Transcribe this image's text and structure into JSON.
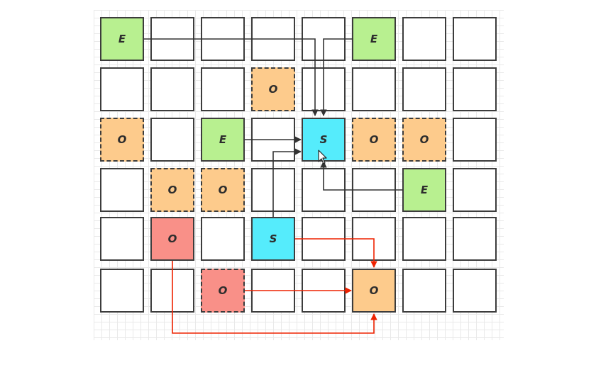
{
  "colors": {
    "E": "#b8f090",
    "S": "#55ecfc",
    "O": "#fdcb8c",
    "O_red": "#f99088",
    "empty": "#ffffff",
    "arrow_dark": "#333333",
    "arrow_red": "#ee2200"
  },
  "grid": {
    "rows": [
      [
        "E",
        "",
        "",
        "",
        "",
        "E",
        "",
        ""
      ],
      [
        "",
        "",
        "",
        "O",
        "",
        "",
        "",
        ""
      ],
      [
        "O",
        "",
        "E",
        "",
        "S",
        "O",
        "O",
        ""
      ],
      [
        "",
        "O",
        "O",
        "",
        "",
        "",
        "E",
        ""
      ],
      [
        "",
        "O",
        "",
        "S",
        "",
        "",
        "",
        ""
      ],
      [
        "",
        "",
        "O",
        "",
        "",
        "O",
        "",
        ""
      ]
    ],
    "styles": [
      [
        "E",
        "",
        "",
        "",
        "",
        "E",
        "",
        ""
      ],
      [
        "",
        "",
        "",
        "O-dashed",
        "",
        "",
        "",
        ""
      ],
      [
        "O-dashed",
        "",
        "E",
        "",
        "S",
        "O-dashed",
        "O-dashed",
        ""
      ],
      [
        "",
        "O-dashed",
        "O-dashed",
        "",
        "",
        "",
        "E",
        ""
      ],
      [
        "",
        "O_red",
        "",
        "S",
        "",
        "",
        "",
        ""
      ],
      [
        "",
        "",
        "O_red-dashed",
        "",
        "",
        "O",
        "",
        ""
      ]
    ]
  }
}
